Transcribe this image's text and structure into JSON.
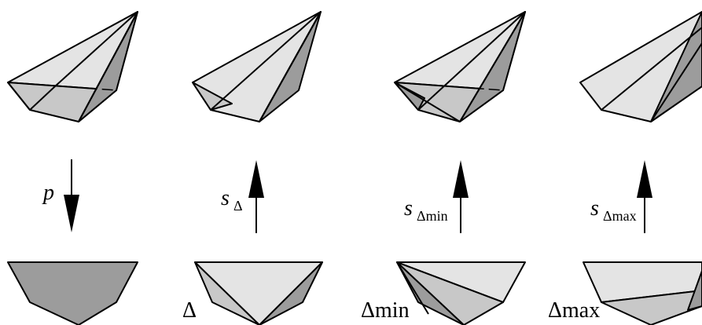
{
  "colors": {
    "stroke": "#000000",
    "light": "#e4e4e4",
    "medium": "#c8c8c8",
    "dark": "#9c9c9c",
    "background": "#ffffff"
  },
  "columns": [
    {
      "arrow_direction": "down",
      "arrow_label": {
        "main": "p",
        "sub": ""
      },
      "bottom_label": {
        "main": "",
        "sub": ""
      }
    },
    {
      "arrow_direction": "up",
      "arrow_label": {
        "main": "s",
        "sub": "Δ"
      },
      "bottom_label": {
        "main": "Δ",
        "sub": ""
      }
    },
    {
      "arrow_direction": "up",
      "arrow_label": {
        "main": "s",
        "sub": "Δmin"
      },
      "bottom_label": {
        "main": "Δmin",
        "sub": ""
      }
    },
    {
      "arrow_direction": "up",
      "arrow_label": {
        "main": "s",
        "sub": "Δmax"
      },
      "bottom_label": {
        "main": "Δmax",
        "sub": ""
      }
    }
  ]
}
